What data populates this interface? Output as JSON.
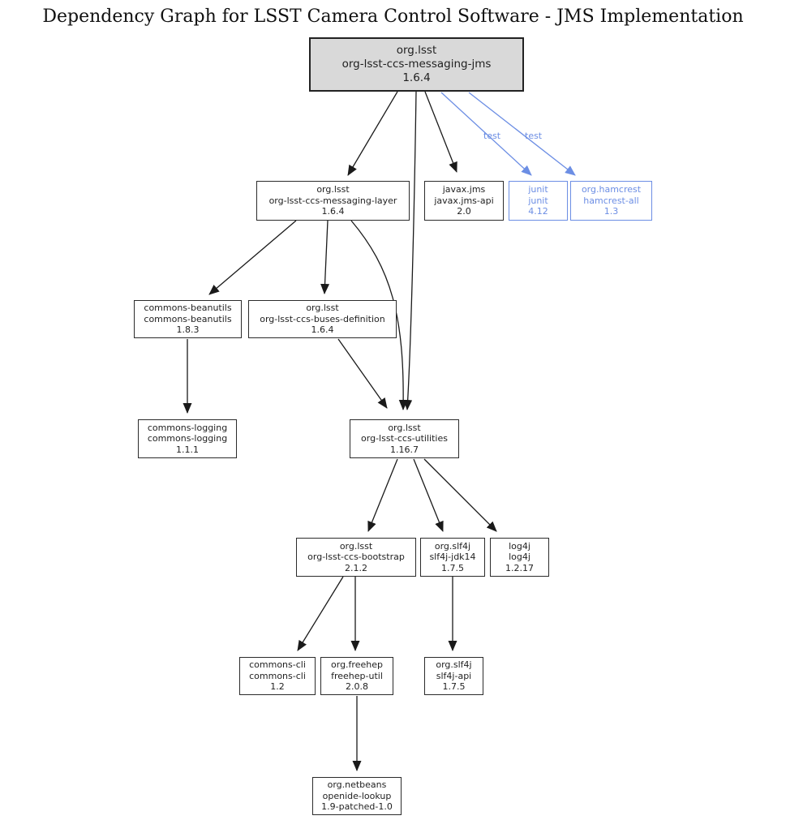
{
  "title": "Dependency Graph for LSST Camera Control Software - JMS Implementation",
  "colors": {
    "accent_blue": "#6c8ee4",
    "edge_black": "#1a1a1a",
    "root_node_fill": "#d9d9d9",
    "node_fill": "#ffffff",
    "node_border": "#2b2b2b"
  },
  "edge_labels": [
    {
      "text": "test"
    },
    {
      "text": "test"
    }
  ],
  "nodes": {
    "root": {
      "group": "org.lsst",
      "artifact": "org-lsst-ccs-messaging-jms",
      "version": "1.6.4"
    },
    "messaging_layer": {
      "group": "org.lsst",
      "artifact": "org-lsst-ccs-messaging-layer",
      "version": "1.6.4"
    },
    "javax_jms_api": {
      "group": "javax.jms",
      "artifact": "javax.jms-api",
      "version": "2.0"
    },
    "junit": {
      "group": "junit",
      "artifact": "junit",
      "version": "4.12"
    },
    "hamcrest": {
      "group": "org.hamcrest",
      "artifact": "hamcrest-all",
      "version": "1.3"
    },
    "commons_beanutils": {
      "group": "commons-beanutils",
      "artifact": "commons-beanutils",
      "version": "1.8.3"
    },
    "buses_definition": {
      "group": "org.lsst",
      "artifact": "org-lsst-ccs-buses-definition",
      "version": "1.6.4"
    },
    "commons_logging": {
      "group": "commons-logging",
      "artifact": "commons-logging",
      "version": "1.1.1"
    },
    "utilities": {
      "group": "org.lsst",
      "artifact": "org-lsst-ccs-utilities",
      "version": "1.16.7"
    },
    "bootstrap": {
      "group": "org.lsst",
      "artifact": "org-lsst-ccs-bootstrap",
      "version": "2.1.2"
    },
    "slf4j_jdk14": {
      "group": "org.slf4j",
      "artifact": "slf4j-jdk14",
      "version": "1.7.5"
    },
    "log4j": {
      "group": "log4j",
      "artifact": "log4j",
      "version": "1.2.17"
    },
    "commons_cli": {
      "group": "commons-cli",
      "artifact": "commons-cli",
      "version": "1.2"
    },
    "freehep_util": {
      "group": "org.freehep",
      "artifact": "freehep-util",
      "version": "2.0.8"
    },
    "slf4j_api": {
      "group": "org.slf4j",
      "artifact": "slf4j-api",
      "version": "1.7.5"
    },
    "openide_lookup": {
      "group": "org.netbeans",
      "artifact": "openide-lookup",
      "version": "1.9-patched-1.0"
    }
  }
}
